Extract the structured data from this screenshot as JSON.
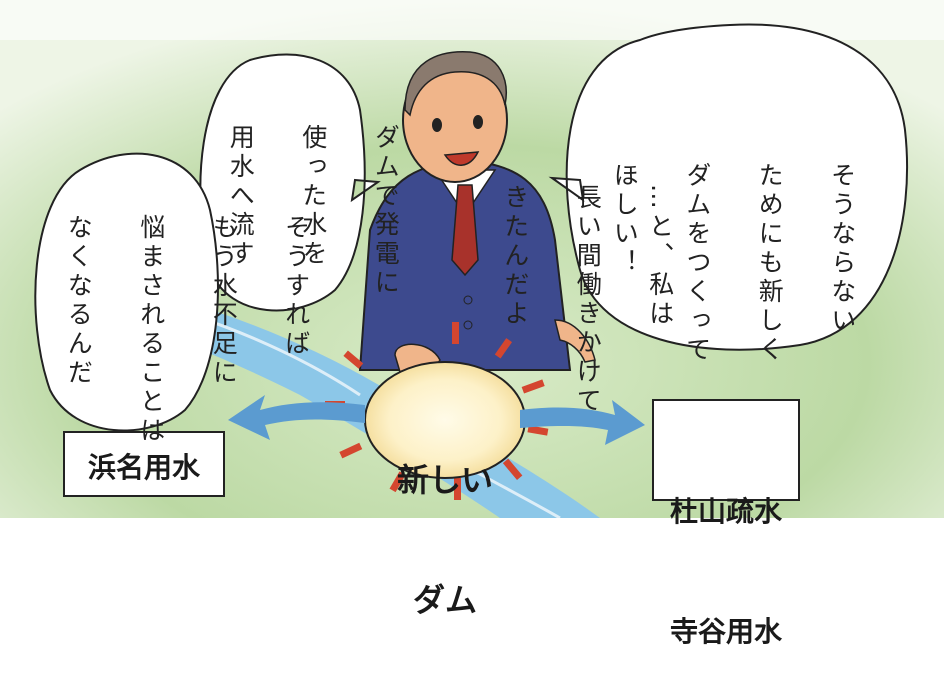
{
  "speech": {
    "right_bubble_lines": [
      "そうならない",
      "ためにも新しく",
      "ダムをつくって",
      "ほしい！"
    ],
    "right_bubble_lines2": [
      "…と、私は",
      "長い間働きかけて",
      "きたんだよ"
    ],
    "middle_bubble_lines": [
      "ダムで発電に",
      "使った水を",
      "用水へ流す"
    ],
    "left_bubble_lines": [
      "そうすれば",
      "もう水不足に",
      "悩まされることは",
      "なくなるんだ"
    ]
  },
  "dam": {
    "label_line1": "新しい",
    "label_line2": "ダム"
  },
  "boxes": {
    "left": "浜名用水",
    "right_line1": "杜山疏水",
    "right_line2": "寺谷用水"
  },
  "colors": {
    "suit": "#3d4a8e",
    "tie": "#a8322b",
    "skin": "#f0b58a",
    "water": "#8cc7e8",
    "arrow": "#5b9bd0",
    "glow_red": "#d4462f",
    "grass": "#bcd9a4"
  }
}
